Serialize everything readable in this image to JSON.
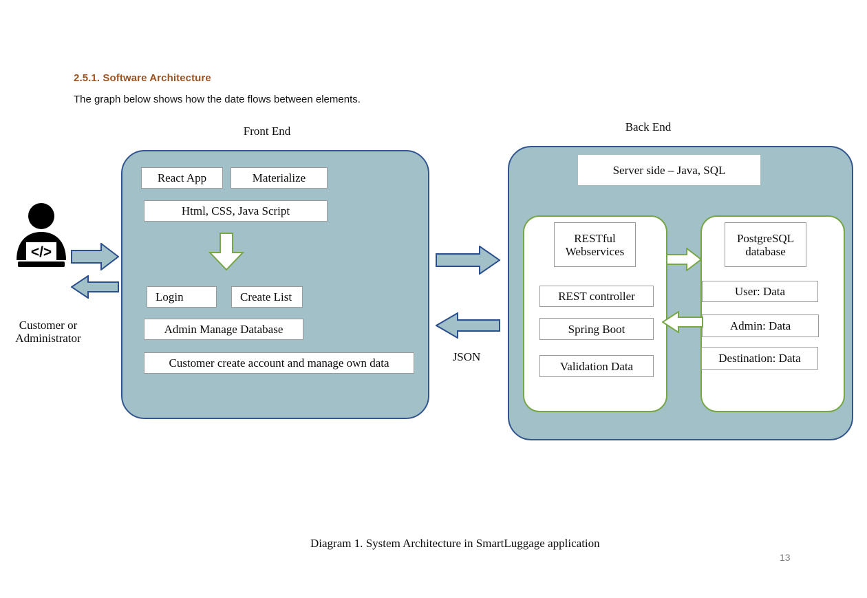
{
  "document": {
    "heading": "2.5.1. Software Architecture",
    "paragraph": "The graph below shows how the date flows between elements.",
    "caption": "Diagram 1. System Architecture in SmartLuggage application",
    "page_number": "13",
    "heading_color": "#9a5423"
  },
  "diagram": {
    "actor": {
      "label": "Customer or\nAdministrator",
      "icon": "person-at-laptop-icon",
      "code_glyph": "</>"
    },
    "frontend": {
      "label": "Front End",
      "fill_color": "#a2c0c8",
      "border_color": "#31558f",
      "top_items": [
        {
          "id": "react-app",
          "label": "React App"
        },
        {
          "id": "materialize",
          "label": "Materialize"
        },
        {
          "id": "html-css-js",
          "label": "Html, CSS, Java Script"
        }
      ],
      "bottom_items": [
        {
          "id": "login",
          "label": "Login"
        },
        {
          "id": "create-list",
          "label": "Create List"
        },
        {
          "id": "admin-manage-database",
          "label": "Admin Manage Database"
        },
        {
          "id": "customer-account",
          "label": "Customer create account and manage own data"
        }
      ],
      "internal_arrow": "down-arrow-green"
    },
    "backend": {
      "label": "Back End",
      "fill_color": "#a2c0c8",
      "border_color": "#31558f",
      "server_side": "Server side – Java, SQL",
      "services_panel": {
        "border_color": "#77a646",
        "items": [
          {
            "id": "restful-webservices",
            "label": "RESTful\nWebservices"
          },
          {
            "id": "rest-controller",
            "label": "REST controller"
          },
          {
            "id": "spring-boot",
            "label": "Spring Boot"
          },
          {
            "id": "validation-data",
            "label": "Validation Data"
          }
        ]
      },
      "database_panel": {
        "border_color": "#77a646",
        "items": [
          {
            "id": "postgresql-database",
            "label": "PostgreSQL\ndatabase"
          },
          {
            "id": "user-data",
            "label": "User: Data"
          },
          {
            "id": "admin-data",
            "label": "Admin: Data"
          },
          {
            "id": "destination-data",
            "label": "Destination: Data"
          }
        ]
      }
    },
    "connectors": {
      "json_label": "JSON",
      "arrow_fill": "#a2c0c8",
      "arrow_border": "#2b4f8e",
      "green_arrow_border": "#77a646"
    }
  }
}
